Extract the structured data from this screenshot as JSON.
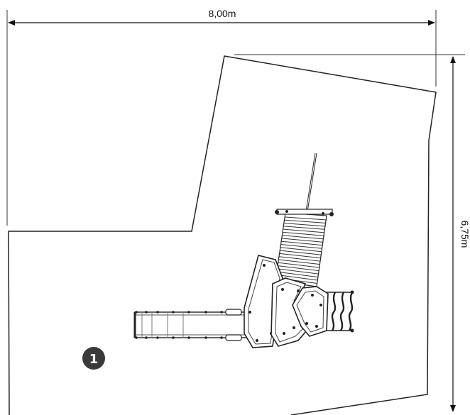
{
  "dimensions": {
    "width_label": "8,00m",
    "height_label": "6,75m"
  },
  "marker": {
    "number": "1"
  },
  "colors": {
    "line": "#222222",
    "badge": "#3a3a3a",
    "background": "#ffffff"
  }
}
